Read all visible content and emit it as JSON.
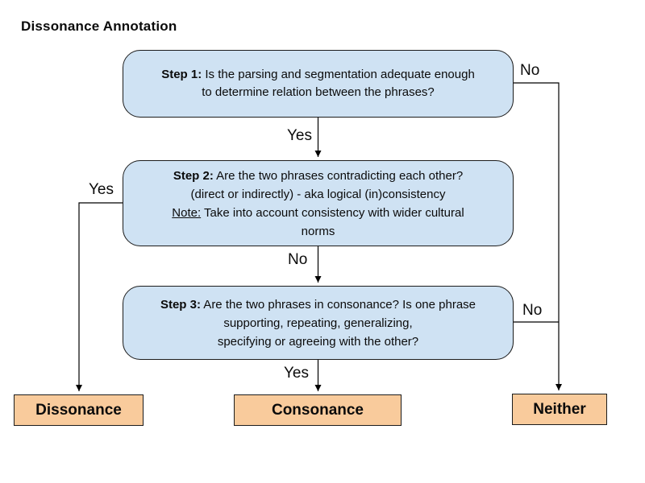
{
  "title": "Dissonance Annotation",
  "colors": {
    "step_box_fill": "#cfe2f3",
    "outcome_box_fill": "#f9cb9c",
    "border": "#1c1c1c",
    "line": "#000000",
    "text": "#0b0b0b",
    "background": "#ffffff"
  },
  "steps": [
    {
      "name": "step-1",
      "lines": [
        {
          "bold": "Step 1:",
          "text": " Is the parsing and segmentation adequate enough"
        },
        {
          "text": "to determine relation between the phrases?"
        }
      ]
    },
    {
      "name": "step-2",
      "lines": [
        {
          "bold": "Step 2:",
          "text": " Are the two phrases contradicting each other?"
        },
        {
          "text": "(direct or indirectly) - aka logical (in)consistency"
        },
        {
          "underline": "Note:",
          "text": " Take into account consistency with wider cultural"
        },
        {
          "text": "norms"
        }
      ]
    },
    {
      "name": "step-3",
      "lines": [
        {
          "bold": "Step 3:",
          "text": " Are the two phrases in consonance? Is one phrase"
        },
        {
          "text": "supporting, repeating, generalizing,"
        },
        {
          "text": "specifying or agreeing with the other?"
        }
      ]
    }
  ],
  "outcomes": [
    {
      "label": "Dissonance"
    },
    {
      "label": "Consonance"
    },
    {
      "label": "Neither"
    }
  ],
  "edges": [
    {
      "from": "step-1",
      "to": "step-2",
      "label": "Yes"
    },
    {
      "from": "step-1",
      "to": "neither",
      "label": "No"
    },
    {
      "from": "step-2",
      "to": "dissonance",
      "label": "Yes"
    },
    {
      "from": "step-2",
      "to": "step-3",
      "label": "No"
    },
    {
      "from": "step-3",
      "to": "consonance",
      "label": "Yes"
    },
    {
      "from": "step-3",
      "to": "neither",
      "label": "No"
    }
  ]
}
